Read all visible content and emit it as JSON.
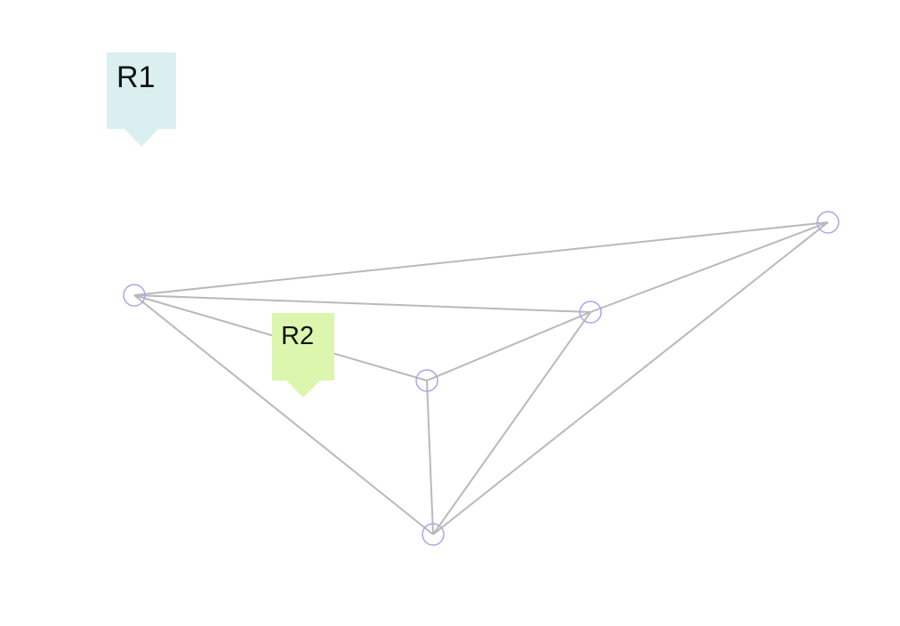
{
  "graph": {
    "edge_color": "#b9b9bd",
    "node_color": "#a9a7e6",
    "nodes": [
      {
        "id": "n1"
      },
      {
        "id": "n2"
      },
      {
        "id": "n3"
      },
      {
        "id": "n4"
      },
      {
        "id": "n5"
      }
    ],
    "edges": [
      {
        "from": "n1",
        "to": "n2"
      },
      {
        "from": "n1",
        "to": "n3"
      },
      {
        "from": "n1",
        "to": "n4"
      },
      {
        "from": "n1",
        "to": "n5"
      },
      {
        "from": "n2",
        "to": "n3"
      },
      {
        "from": "n2",
        "to": "n5"
      },
      {
        "from": "n3",
        "to": "n4"
      },
      {
        "from": "n3",
        "to": "n5"
      },
      {
        "from": "n4",
        "to": "n5"
      }
    ]
  },
  "labels": [
    {
      "text": "R1",
      "color": "#d9eff0"
    },
    {
      "text": "R2",
      "color": "#ddf6ae"
    }
  ]
}
